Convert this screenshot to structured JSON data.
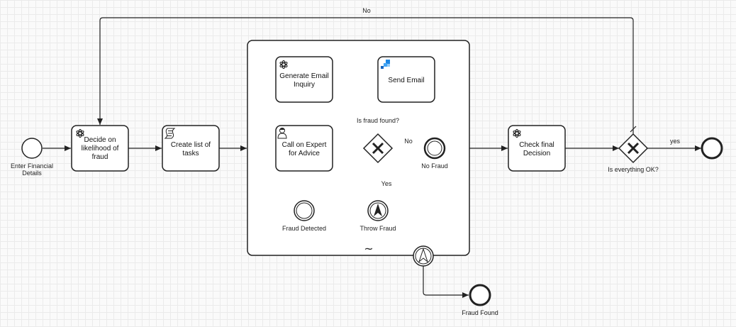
{
  "loop_label": "No",
  "start_event": {
    "label_line1": "Enter Financial",
    "label_line2": "Details"
  },
  "task_decide": {
    "line1": "Decide on",
    "line2": "likelihood of",
    "line3": "fraud",
    "icon": "openai-icon"
  },
  "task_create": {
    "line1": "Create list of",
    "line2": "tasks",
    "icon": "script-icon"
  },
  "task_generate": {
    "line1": "Generate Email",
    "line2": "Inquiry",
    "icon": "openai-icon"
  },
  "task_send": {
    "line1": "Send Email",
    "icon": "send-app-icon"
  },
  "task_call": {
    "line1": "Call on Expert",
    "line2": "for Advice",
    "icon": "user-icon"
  },
  "gateway_fraud": {
    "label": "Is fraud found?",
    "no_label": "No",
    "yes_label": "Yes"
  },
  "end_no_fraud": {
    "label": "No Fraud"
  },
  "start_fraud_detected": {
    "label": "Fraud Detected"
  },
  "throw_fraud": {
    "label": "Throw Fraud"
  },
  "end_fraud_found": {
    "label": "Fraud Found"
  },
  "task_check": {
    "line1": "Check final",
    "line2": "Decision",
    "icon": "openai-icon"
  },
  "gateway_ok": {
    "label": "Is everything OK?",
    "yes_label": "yes"
  },
  "subprocess_marker": "~",
  "colors": {
    "stroke": "#222222",
    "fill": "#ffffff",
    "send_icon_blue": "#1e88e5"
  }
}
